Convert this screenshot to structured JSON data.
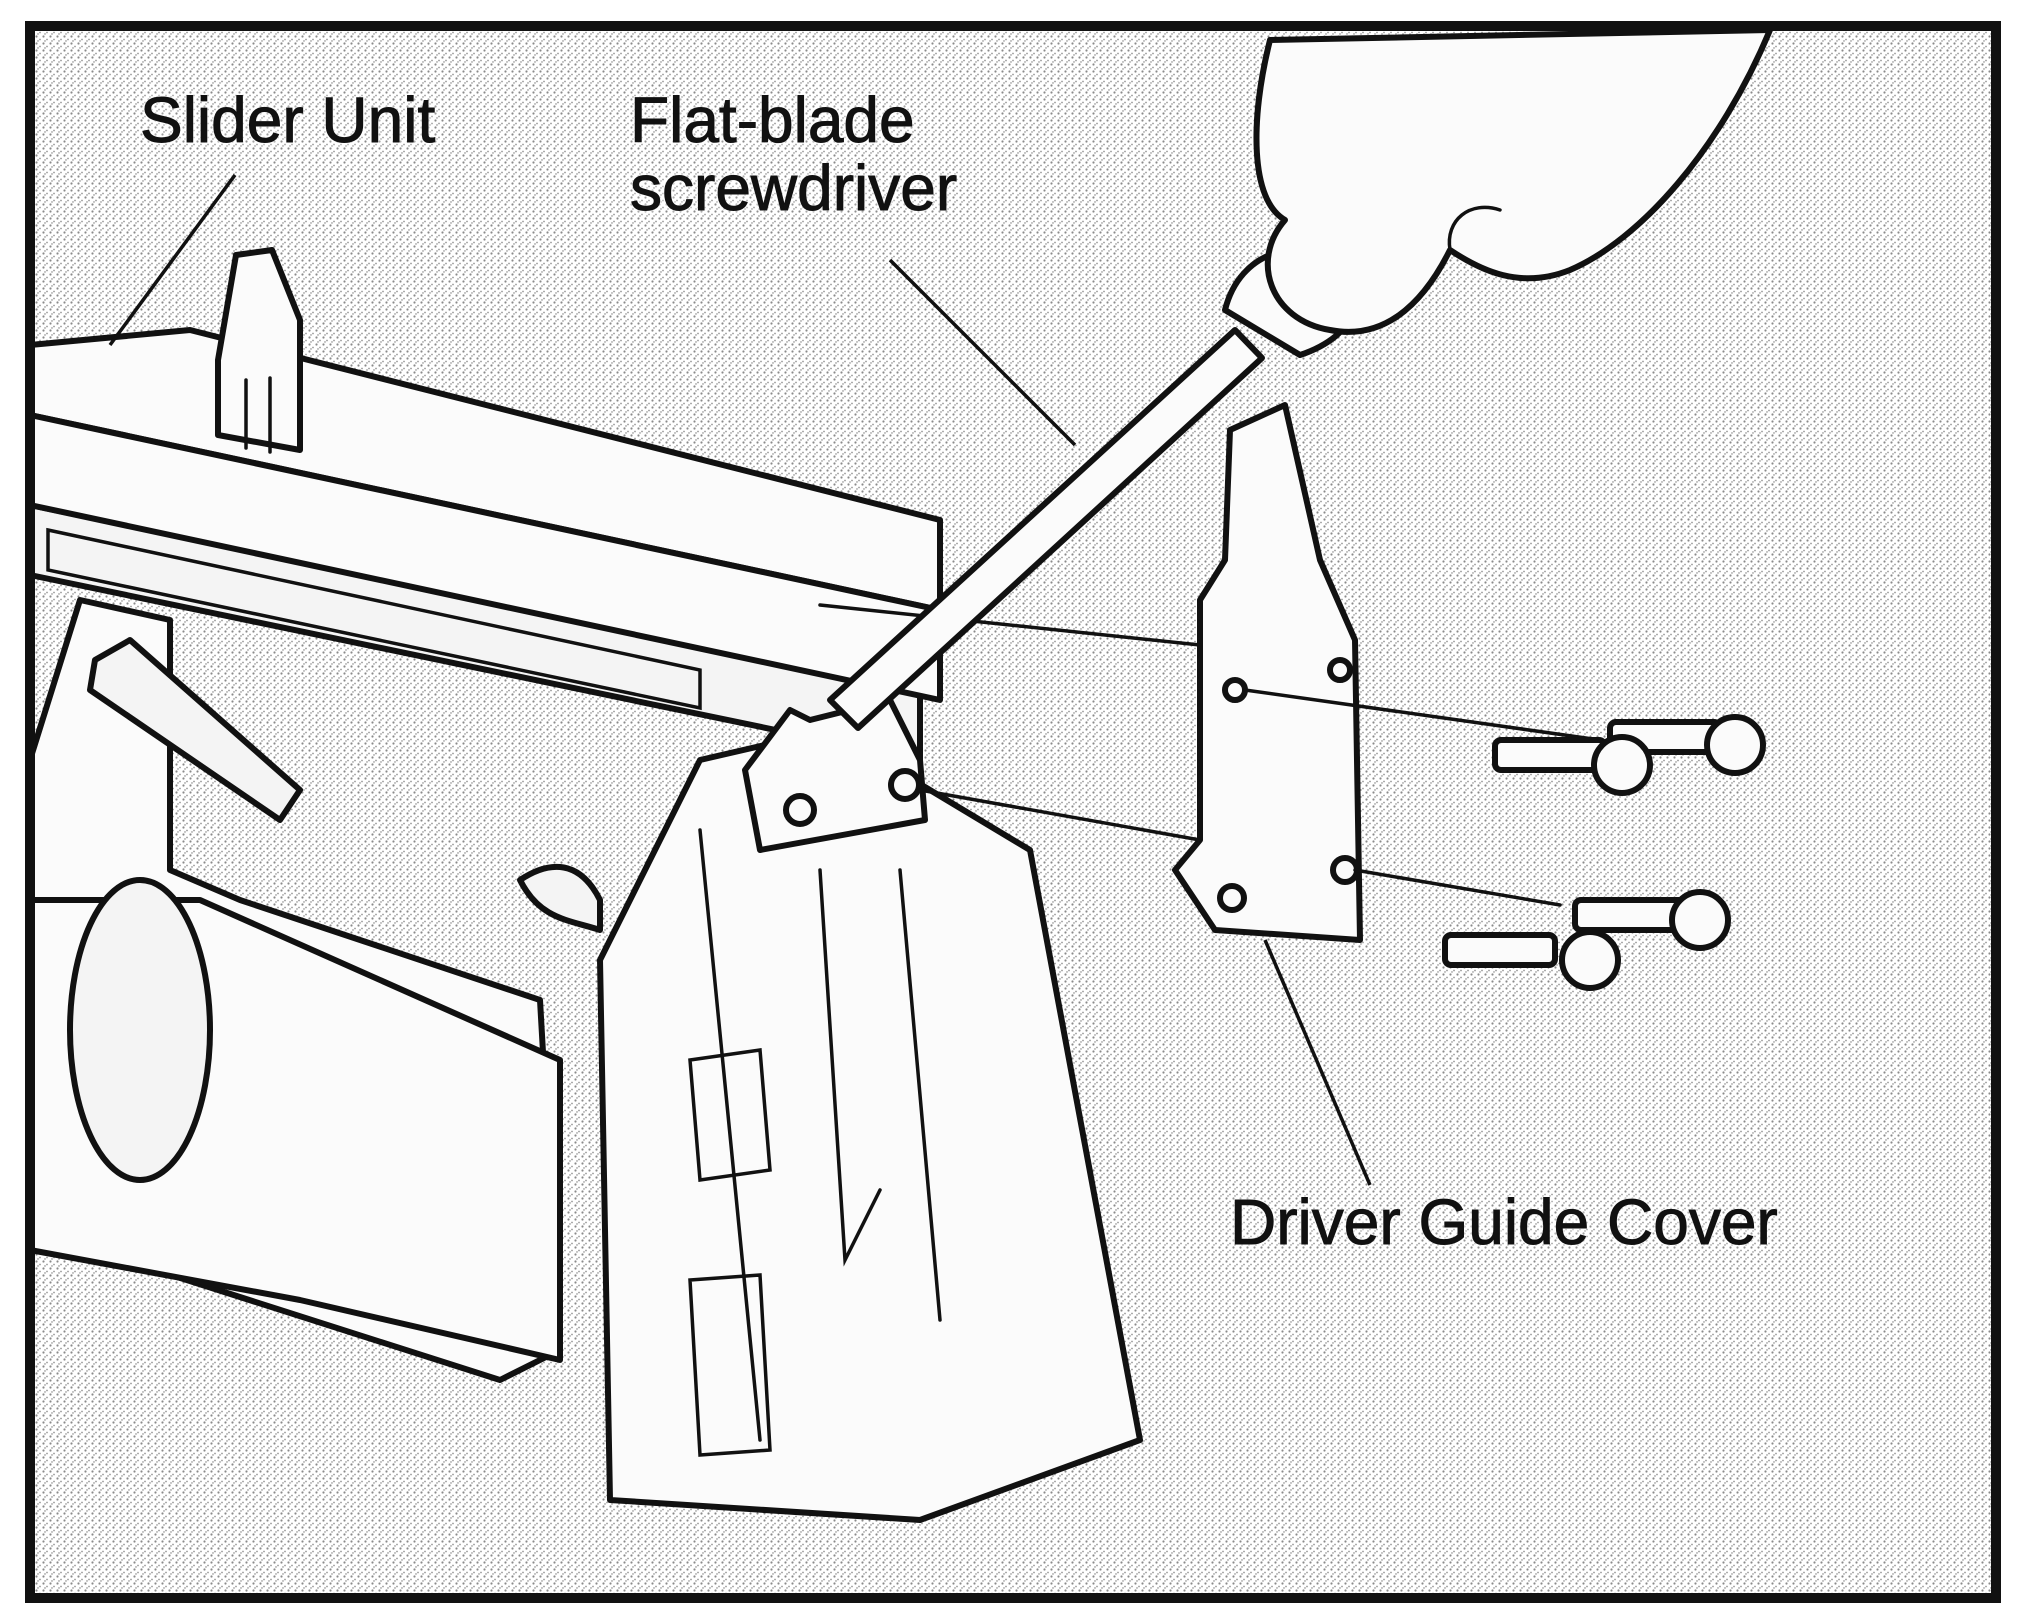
{
  "labels": {
    "slider_unit": "Slider Unit",
    "screwdriver_line1": "Flat-blade",
    "screwdriver_line2": "screwdriver",
    "driver_guide_cover": "Driver Guide Cover"
  },
  "colors": {
    "ink": "#111111",
    "paper": "#ffffff",
    "stipple": "#8a8a8a"
  }
}
